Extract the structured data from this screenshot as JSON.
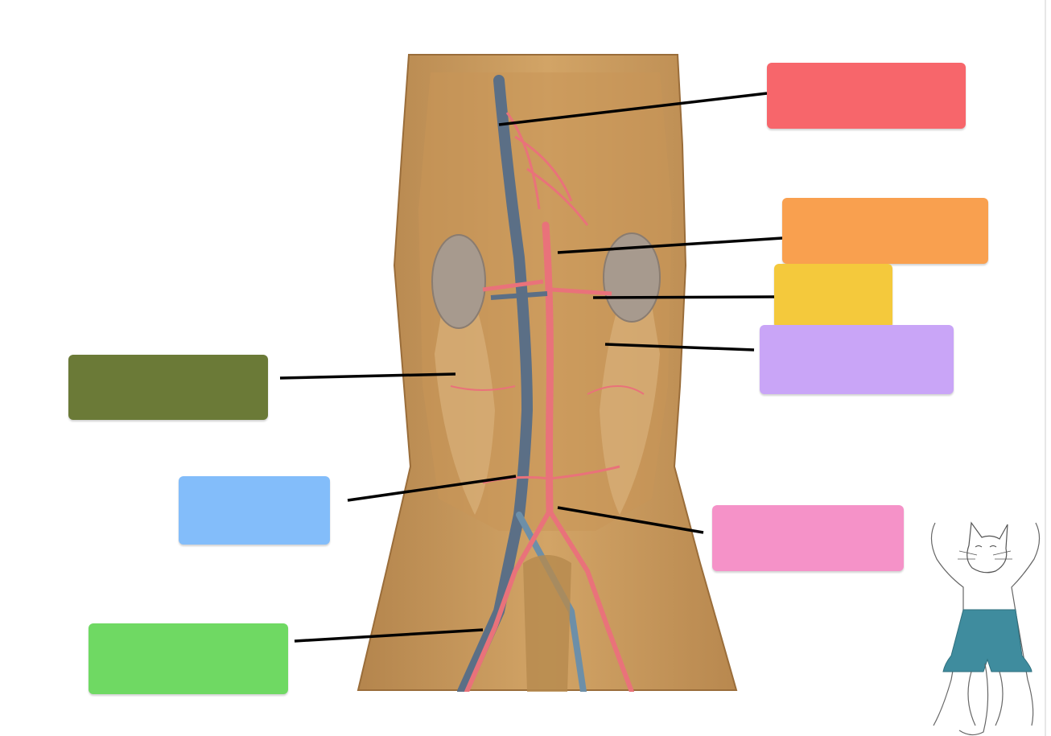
{
  "diagram": {
    "labels": [
      {
        "id": "label-1",
        "text": "",
        "color": "#f7666b"
      },
      {
        "id": "label-2",
        "text": "",
        "color": "#f9a04f"
      },
      {
        "id": "label-3",
        "text": "",
        "color": "#f4c93c"
      },
      {
        "id": "label-4",
        "text": "",
        "color": "#c9a5f7"
      },
      {
        "id": "label-5",
        "text": "",
        "color": "#6b7a37"
      },
      {
        "id": "label-6",
        "text": "",
        "color": "#83bdfa"
      },
      {
        "id": "label-7",
        "text": "",
        "color": "#f592c8"
      },
      {
        "id": "label-8",
        "text": "",
        "color": "#6fd963"
      }
    ]
  },
  "colors": {
    "tissue": "#c99b5f",
    "artery": "#e9727a",
    "vein": "#5b6f86",
    "kidney": "#a79a8e",
    "mascot_shorts": "#3f8c9e"
  }
}
